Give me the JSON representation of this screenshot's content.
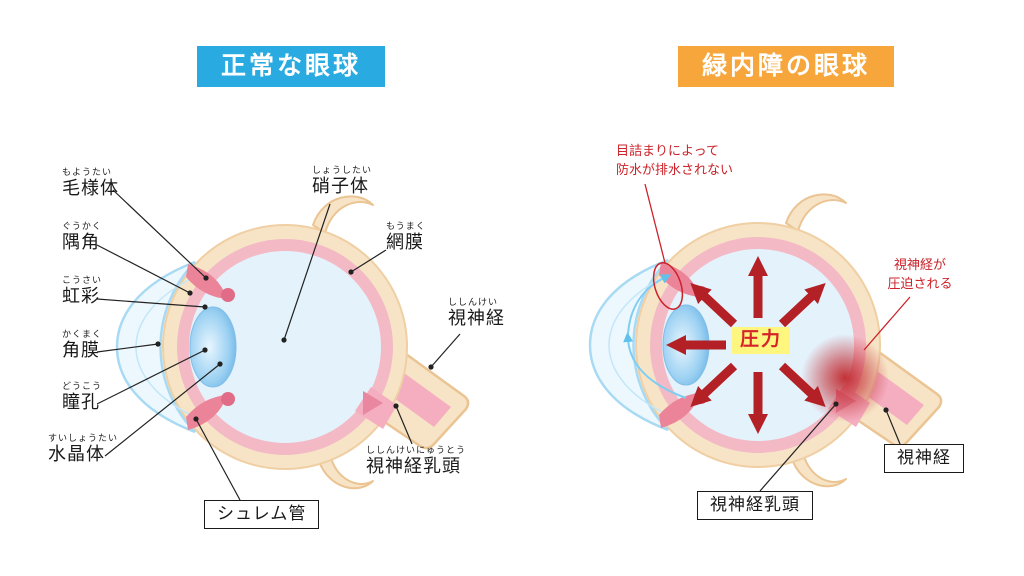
{
  "titles": {
    "normal": "正常な眼球",
    "glaucoma": "緑内障の眼球"
  },
  "normal_labels": {
    "ciliary": {
      "furigana": "もようたい",
      "text": "毛様体"
    },
    "angle": {
      "furigana": "ぐうかく",
      "text": "隅角"
    },
    "iris": {
      "furigana": "こうさい",
      "text": "虹彩"
    },
    "cornea": {
      "furigana": "かくまく",
      "text": "角膜"
    },
    "pupil": {
      "furigana": "どうこう",
      "text": "瞳孔"
    },
    "lens": {
      "furigana": "すいしょうたい",
      "text": "水晶体"
    },
    "vitreous": {
      "furigana": "しょうしたい",
      "text": "硝子体"
    },
    "retina": {
      "furigana": "もうまく",
      "text": "網膜"
    },
    "optic_nerve": {
      "furigana": "ししんけい",
      "text": "視神経"
    },
    "optic_disc": {
      "furigana": "ししんけいにゅうとう",
      "text": "視神経乳頭"
    },
    "schlemm": {
      "text": "シュレム管"
    }
  },
  "glaucoma_labels": {
    "clog_line1": "目詰まりによって",
    "clog_line2": "防水が排水されない",
    "pressure": "圧力",
    "compressed_line1": "視神経が",
    "compressed_line2": "圧迫される",
    "optic_nerve": "視神経",
    "optic_disc": "視神経乳頭"
  },
  "colors": {
    "normal_badge": "#29ABE2",
    "glaucoma_badge": "#F7A63C",
    "warning_red": "#CC2229",
    "arrow_red": "#B32025",
    "pressure_bg": "#FFF67F",
    "sclera": "#F7E4C6",
    "choroid_pink": "#F3BAC6",
    "vitreous_blue": "#E4F2FC"
  }
}
